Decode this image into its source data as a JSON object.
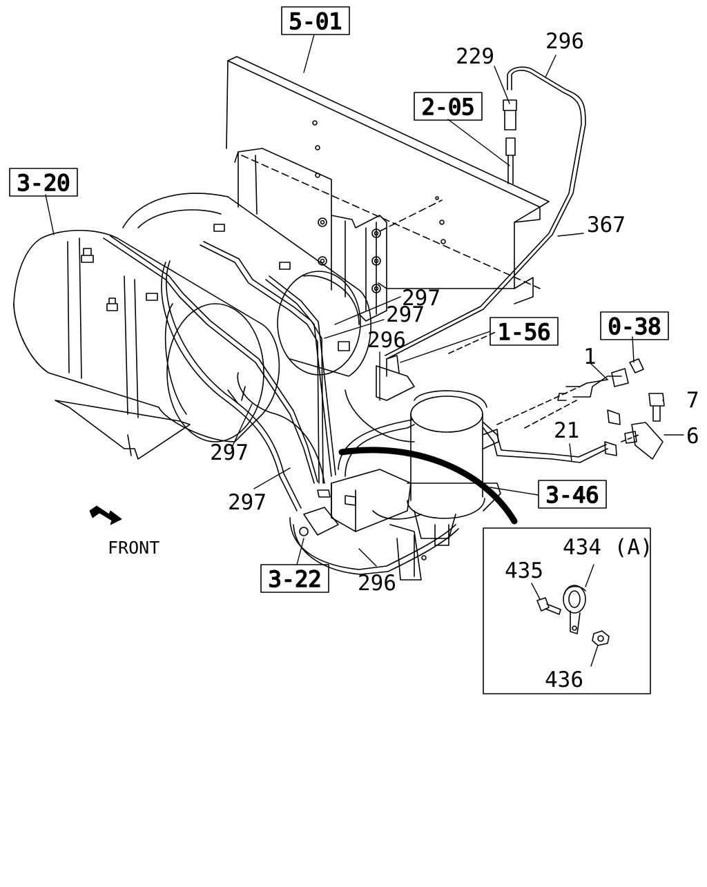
{
  "reference_boxes": [
    {
      "id": "5-01",
      "label": "5-01"
    },
    {
      "id": "2-05",
      "label": "2-05"
    },
    {
      "id": "3-20",
      "label": "3-20"
    },
    {
      "id": "1-56",
      "label": "1-56"
    },
    {
      "id": "0-38",
      "label": "0-38"
    },
    {
      "id": "3-46",
      "label": "3-46"
    },
    {
      "id": "3-22",
      "label": "3-22"
    }
  ],
  "part_callouts": [
    {
      "id": "229",
      "label": "229"
    },
    {
      "id": "296a",
      "label": "296"
    },
    {
      "id": "367",
      "label": "367"
    },
    {
      "id": "297a",
      "label": "297"
    },
    {
      "id": "297b",
      "label": "297"
    },
    {
      "id": "296b",
      "label": "296"
    },
    {
      "id": "1",
      "label": "1"
    },
    {
      "id": "7",
      "label": "7"
    },
    {
      "id": "6",
      "label": "6"
    },
    {
      "id": "21",
      "label": "21"
    },
    {
      "id": "297c",
      "label": "297"
    },
    {
      "id": "297d",
      "label": "297"
    },
    {
      "id": "296c",
      "label": "296"
    }
  ],
  "direction_label": "FRONT",
  "detail_inset": {
    "callouts": [
      {
        "id": "434",
        "label": "434 (A)"
      },
      {
        "id": "435",
        "label": "435"
      },
      {
        "id": "436",
        "label": "436"
      }
    ]
  },
  "colors": {
    "ink": "#000000",
    "paper": "#ffffff"
  }
}
